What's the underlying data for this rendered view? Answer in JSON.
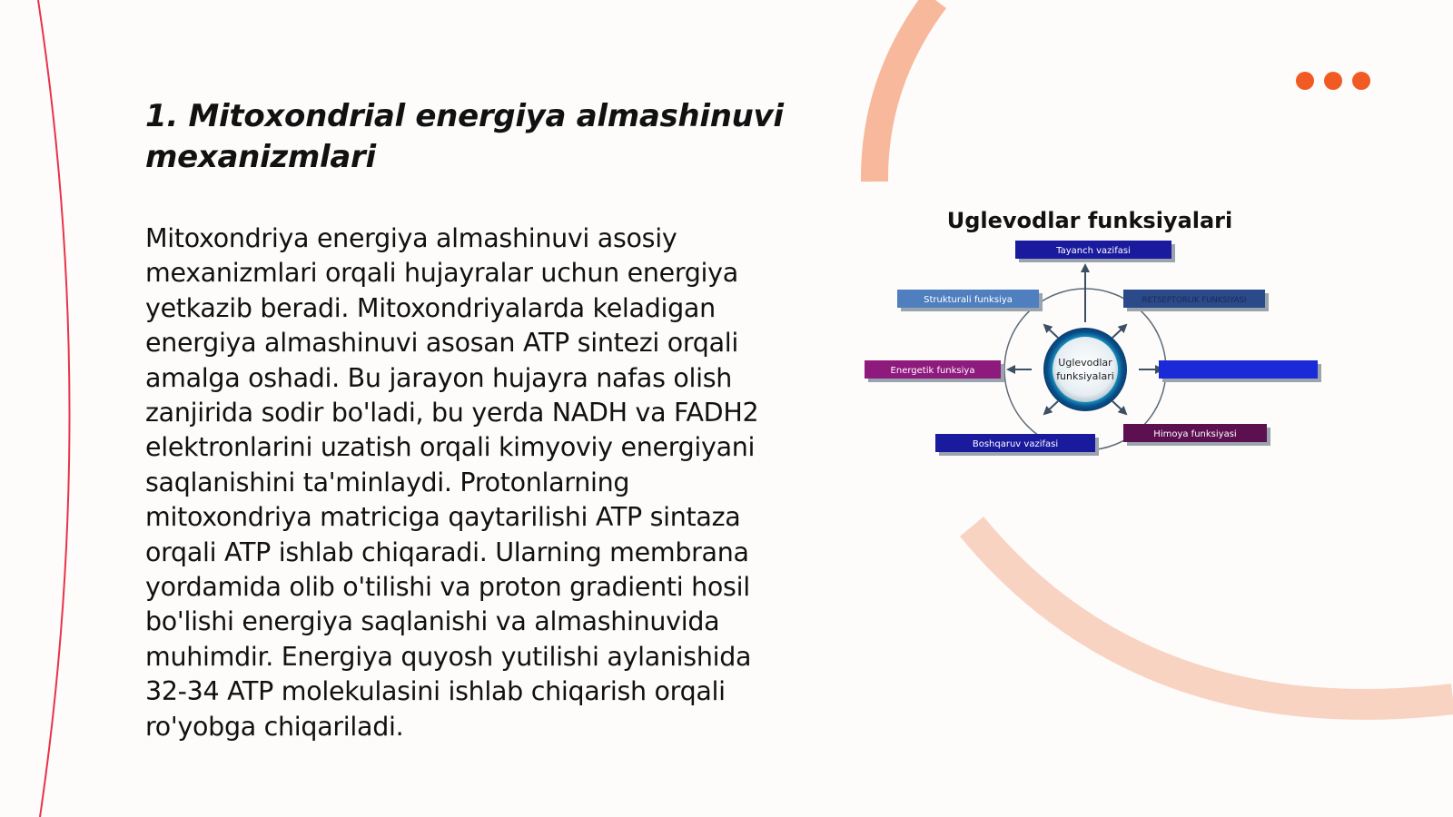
{
  "slide": {
    "title": "1. Mitoxondrial energiya almashinuvi mexanizmlari",
    "body": "Mitoxondriya energiya almashinuvi asosiy mexanizmlari orqali hujayralar uchun energiya yetkazib beradi. Mitoxondriyalarda keladigan energiya almashinuvi asosan ATP sintezi orqali amalga oshadi. Bu jarayon hujayra nafas olish zanjirida sodir bo'ladi, bu yerda NADH va FADH2 elektronlarini uzatish orqali kimyoviy energiyani saqlanishini ta'minlaydi. Protonlarning mitoxondriya matriciga qaytarilishi ATP sintaza orqali ATP ishlab chiqaradi. Ularning membrana yordamida olib o'tilishi va proton gradienti hosil bo'lishi energiya saqlanishi va almashinuvida muhimdir. Energiya quyosh yutilishi aylanishida 32-34 ATP molekulasini ishlab chiqarish orqali ro'yobga chiqariladi."
  },
  "diagram": {
    "title": "Uglevodlar funksiyalari",
    "center": [
      "Uglevodlar",
      "funksiyalari"
    ],
    "boxes": {
      "tayanch": "Tayanch vazifasi",
      "strukturali": "Strukturali funksiya",
      "retseptorlik": "RETSEPTORLIK FUNKSIYASI",
      "energetik": "Energetik funksiya",
      "right": "",
      "boshqaruv": "Boshqaruv vazifasi",
      "himoya": "Himoya funksiyasi"
    }
  },
  "colors": {
    "accent": "#f15a22",
    "arc": "#f7b89c",
    "left_curve": "#e8334a",
    "navy": "#1a1a9e",
    "steel_blue": "#4f7fbf",
    "purple": "#8e1a7e",
    "dark_purple": "#5c1050",
    "bright_blue": "#1a2ad8"
  }
}
